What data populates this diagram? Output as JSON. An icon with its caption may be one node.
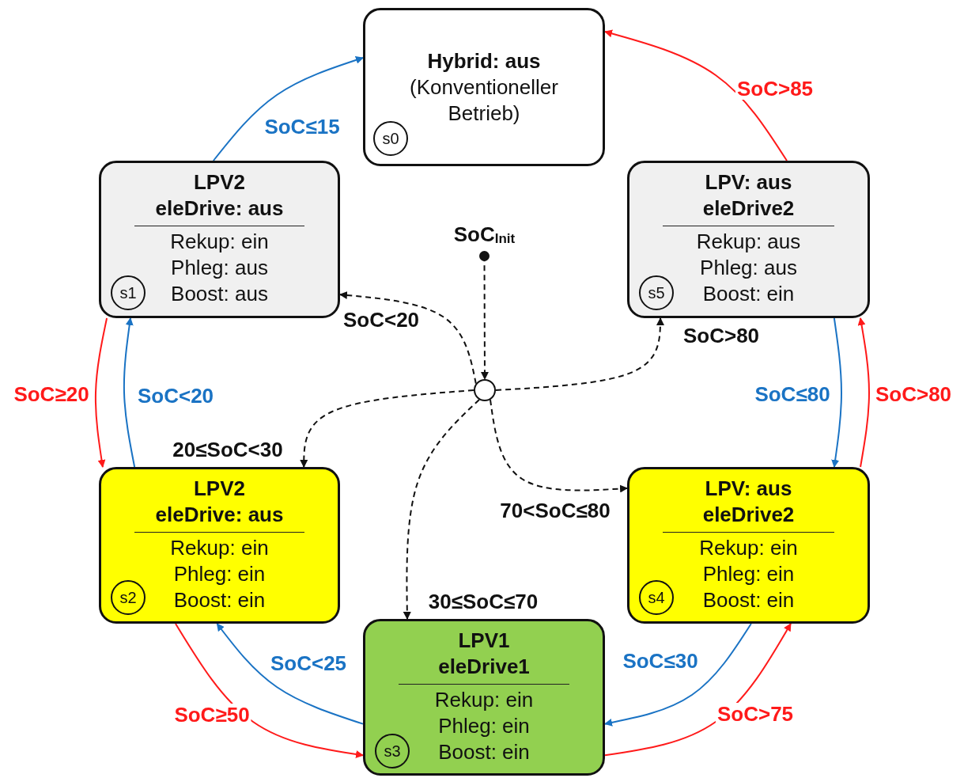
{
  "diagram": {
    "nodes": [
      {
        "text": [
          "Hybrid: aus",
          "(Konventioneller Betrieb)"
        ]
      },
      {
        "text": [
          "s0"
        ],
        "in": 0
      },
      {
        "text": [
          "LPV2 eleDrive: aus",
          "Rekup: ein Phleg: aus Boost: aus"
        ]
      },
      {
        "text": [
          "s1"
        ],
        "in": 2
      },
      {
        "text": [
          "LPV: aus eleDrive2",
          "Rekup: aus Phleg: aus Boost: ein"
        ]
      },
      {
        "text": [
          "s5"
        ],
        "in": 4
      },
      {
        "text": [
          "SoC$_{Init}$"
        ]
      },
      {
        "text": [],
        "shape": "circle"
      },
      {
        "text": [
          "LPV2 eleDrive: aus",
          "Rekup: ein Phleg: ein Boost: ein"
        ]
      },
      {
        "text": [
          "s2"
        ],
        "in": 8
      },
      {
        "text": [
          "LPV: aus eleDrive2",
          "Rekup: ein Phleg: ein Boost: ein"
        ]
      },
      {
        "text": [
          "s4"
        ],
        "in": 10
      },
      {
        "text": [
          "LPV1 eleDrive1",
          "Rekup: ein Phleg: ein Boost: ein"
        ]
      },
      {
        "text": [
          "s3"
        ],
        "in": 12
      }
    ],
    "edges": [
      {
        "from": 2,
        "to": 0,
        "arrow": "to",
        "label": "SoC≤15",
        "color": "#1a73c4"
      },
      {
        "from": 4,
        "to": 0,
        "arrow": "to",
        "label": "SoC>85",
        "color": "#ff1a1a"
      },
      {
        "from": 2,
        "to": 8,
        "arrow": "to",
        "label": "SoC≥20",
        "color": "#ff1a1a"
      },
      {
        "from": 8,
        "to": 2,
        "arrow": "to",
        "label": "SoC<20",
        "color": "#1a73c4"
      },
      {
        "from": 4,
        "to": 10,
        "arrow": "to",
        "label": "SoC≤80",
        "color": "#1a73c4"
      },
      {
        "from": 10,
        "to": 4,
        "arrow": "to",
        "label": "SoC>80",
        "color": "#ff1a1a"
      },
      {
        "from": 8,
        "to": 12,
        "arrow": "to",
        "label": "SoC≥50",
        "color": "#ff1a1a"
      },
      {
        "from": 12,
        "to": 8,
        "arrow": "to",
        "label": "SoC<25",
        "color": "#1a73c4"
      },
      {
        "from": 10,
        "to": 12,
        "arrow": "to",
        "label": "SoC≤30",
        "color": "#1a73c4"
      },
      {
        "from": 12,
        "to": 10,
        "arrow": "to",
        "label": "SoC>75",
        "color": "#ff1a1a"
      },
      {
        "from": 6,
        "to": 7,
        "arrow": "to",
        "style": "dashed"
      },
      {
        "from": 7,
        "to": 2,
        "arrow": "to",
        "label": "SoC<20",
        "style": "dashed"
      },
      {
        "from": 7,
        "to": 4,
        "arrow": "to",
        "label": "SoC>80",
        "style": "dashed"
      },
      {
        "from": 7,
        "to": 8,
        "arrow": "to",
        "label": "20≤SoC<30",
        "style": "dashed"
      },
      {
        "from": 7,
        "to": 10,
        "arrow": "to",
        "label": "70<SoC≤80",
        "style": "dashed"
      },
      {
        "from": 7,
        "to": 12,
        "arrow": "to",
        "label": "30≤SoC≤70",
        "style": "dashed"
      }
    ]
  }
}
